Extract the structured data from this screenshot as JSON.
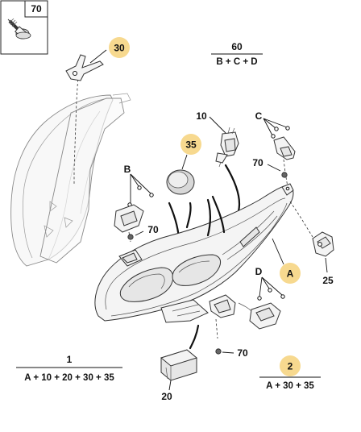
{
  "labels": {
    "screw_box": "70",
    "bracket": "30",
    "set_60": "60",
    "set_60_formula": "B + C + D",
    "bulb": "10",
    "cap": "35",
    "kit_c": "C",
    "kit_b": "B",
    "screw_b": "70",
    "screw_c": "70",
    "screw_bottom": "70",
    "ref_a": "A",
    "sensor": "25",
    "kit_d": "D",
    "module": "20",
    "set_1": "1",
    "set_1_formula": "A + 10 + 20 + 30 + 35",
    "set_2": "2",
    "set_2_formula": "A + 30 + 35"
  },
  "colors": {
    "badge": "#f7d98f",
    "line": "#111111",
    "part_fill": "#f4f4f4"
  },
  "icons": [
    "screw-icon"
  ]
}
